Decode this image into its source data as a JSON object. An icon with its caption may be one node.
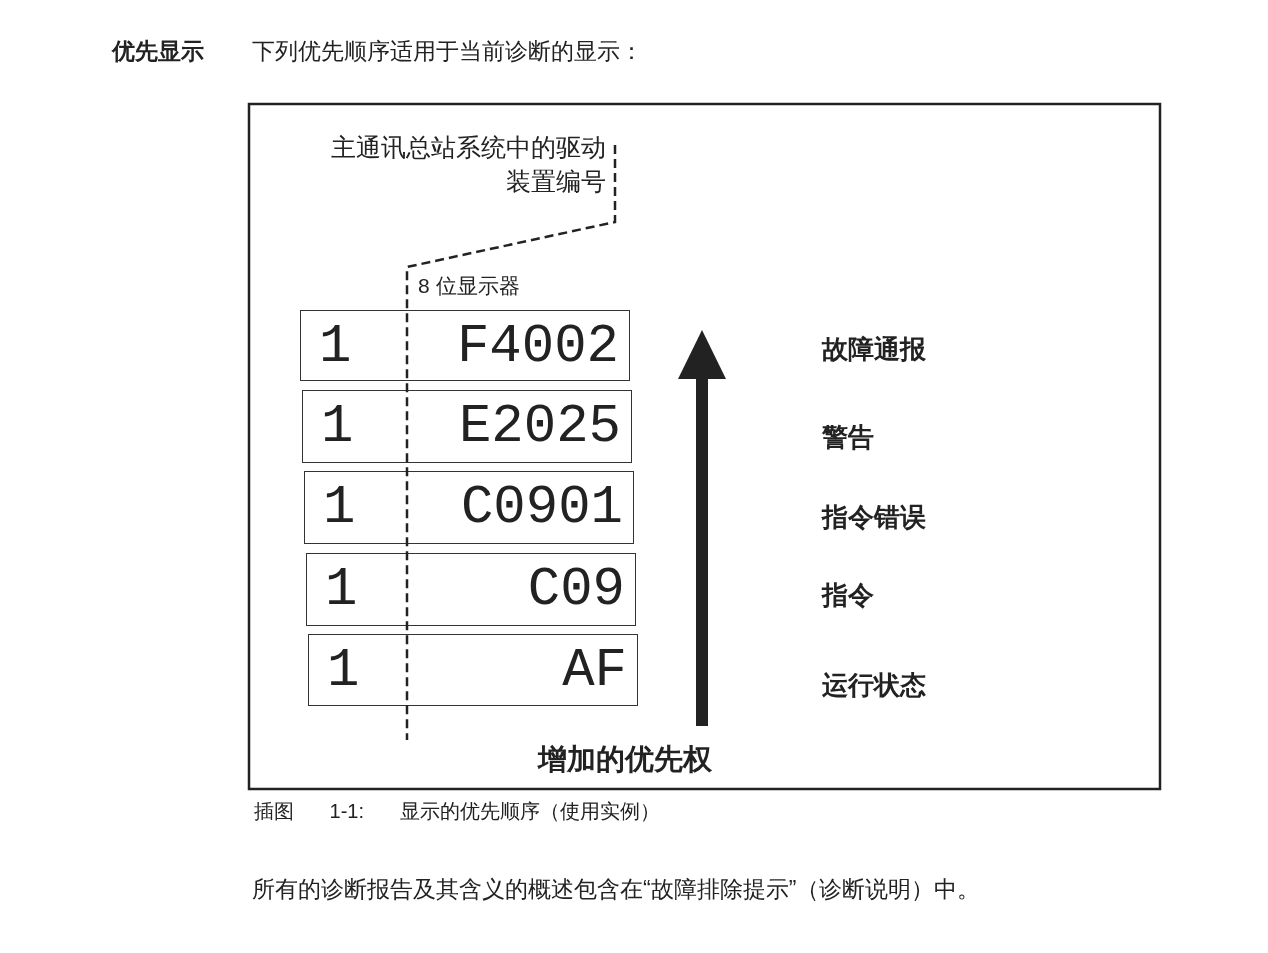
{
  "diagram": {
    "title": "优先显示",
    "caption": "插图 1-1: 显示的优先顺序（使用实例）",
    "nodes": [
      {
        "text": [
          "1",
          "F4002"
        ]
      },
      {
        "text": [
          "1",
          "E2025"
        ]
      },
      {
        "text": [
          "1",
          "C0901"
        ]
      },
      {
        "text": [
          "1",
          "C09"
        ]
      },
      {
        "text": [
          "1",
          "AF"
        ]
      }
    ],
    "labels": [
      "下列优先顺序适用于当前诊断的显示：",
      "主通讯总站系统中的驱动装置编号",
      "8 位显示器",
      "故障通报",
      "警告",
      "指令错误",
      "指令",
      "运行状态",
      "增加的优先权",
      "所有的诊断报告及其含义的概述包含在“故障排除提示”（诊断说明）中。"
    ]
  }
}
